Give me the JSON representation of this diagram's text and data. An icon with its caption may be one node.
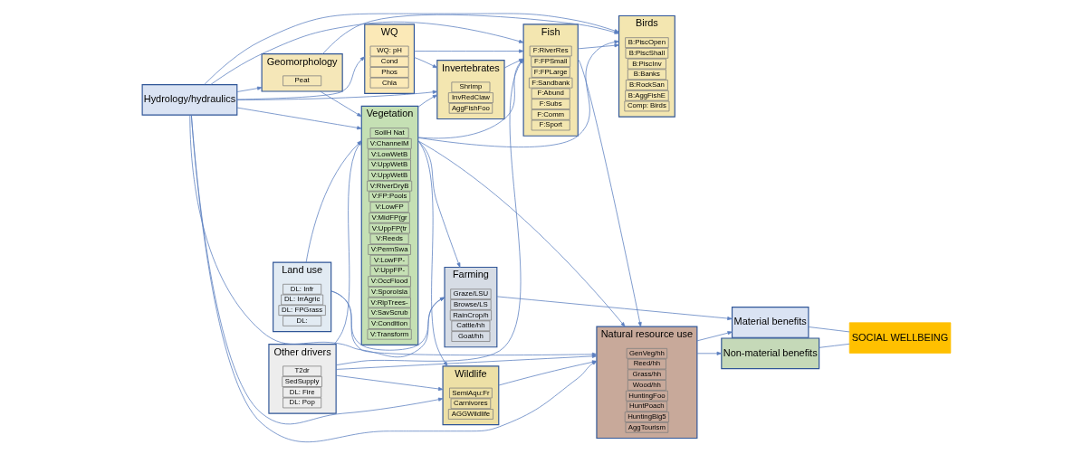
{
  "diagram": {
    "nodes": [
      {
        "text": [
          "Hydrology/hydraulics"
        ]
      },
      {
        "text": [
          "Other drivers"
        ]
      },
      {
        "text": [
          "T2dr"
        ],
        "in": 1
      },
      {
        "text": [
          "SedSupply"
        ],
        "in": 1
      },
      {
        "text": [
          "DL: Fire"
        ],
        "in": 1
      },
      {
        "text": [
          "DL: Pop"
        ],
        "in": 1
      },
      {
        "text": [
          "Land use"
        ]
      },
      {
        "text": [
          "DL: Infr"
        ],
        "in": 6
      },
      {
        "text": [
          "DL: IrrAgric"
        ],
        "in": 6
      },
      {
        "text": [
          "DL: FPGrass"
        ],
        "in": 6
      },
      {
        "text": [
          "DL:"
        ],
        "in": 6
      },
      {
        "text": [
          "Geomorphology"
        ]
      },
      {
        "text": [
          "Peat"
        ],
        "in": 11
      },
      {
        "text": [
          "WQ"
        ]
      },
      {
        "text": [
          "WQ: pH"
        ],
        "in": 13
      },
      {
        "text": [
          "Cond"
        ],
        "in": 13
      },
      {
        "text": [
          "Phos"
        ],
        "in": 13
      },
      {
        "text": [
          "Chla"
        ],
        "in": 13
      },
      {
        "text": [
          "Vegetation"
        ]
      },
      {
        "text": [
          "SoilH Nat"
        ],
        "in": 18
      },
      {
        "text": [
          "V:ChannelM"
        ],
        "in": 18
      },
      {
        "text": [
          "V:LowWetB"
        ],
        "in": 18
      },
      {
        "text": [
          "V:UppWetB"
        ],
        "in": 18
      },
      {
        "text": [
          "V:UppWetB"
        ],
        "in": 18
      },
      {
        "text": [
          "V:RiverDryB"
        ],
        "in": 18
      },
      {
        "text": [
          "V:FP:Pools"
        ],
        "in": 18
      },
      {
        "text": [
          "V:LowFP"
        ],
        "in": 18
      },
      {
        "text": [
          "V:MidFP(gr"
        ],
        "in": 18
      },
      {
        "text": [
          "V:UppFP(tr"
        ],
        "in": 18
      },
      {
        "text": [
          "V:Reeds"
        ],
        "in": 18
      },
      {
        "text": [
          "V:PermSwa"
        ],
        "in": 18
      },
      {
        "text": [
          "V:LowFP-"
        ],
        "in": 18
      },
      {
        "text": [
          "V:UppFP-"
        ],
        "in": 18
      },
      {
        "text": [
          "V:OccFlood"
        ],
        "in": 18
      },
      {
        "text": [
          "V:SporoIsla"
        ],
        "in": 18
      },
      {
        "text": [
          "V:RipTrees-"
        ],
        "in": 18
      },
      {
        "text": [
          "V:SavScrub"
        ],
        "in": 18
      },
      {
        "text": [
          "V:Condition"
        ],
        "in": 18
      },
      {
        "text": [
          "V:Transform"
        ],
        "in": 18
      },
      {
        "text": [
          "Invertebrates"
        ]
      },
      {
        "text": [
          "Shrimp"
        ],
        "in": 39
      },
      {
        "text": [
          "InvRedClaw"
        ],
        "in": 39
      },
      {
        "text": [
          "AggFishFoo"
        ],
        "in": 39
      },
      {
        "text": [
          "Fish"
        ]
      },
      {
        "text": [
          "F:RiverRes"
        ],
        "in": 43
      },
      {
        "text": [
          "F:FPSmall"
        ],
        "in": 43
      },
      {
        "text": [
          "F:FPLarge"
        ],
        "in": 43
      },
      {
        "text": [
          "F:Sandbank"
        ],
        "in": 43
      },
      {
        "text": [
          "F:Abund"
        ],
        "in": 43
      },
      {
        "text": [
          "F:Subs"
        ],
        "in": 43
      },
      {
        "text": [
          "F:Comm"
        ],
        "in": 43
      },
      {
        "text": [
          "F:Sport"
        ],
        "in": 43
      },
      {
        "text": [
          "Birds"
        ]
      },
      {
        "text": [
          "B:PiscOpen"
        ],
        "in": 52
      },
      {
        "text": [
          "B:PiscShall"
        ],
        "in": 52
      },
      {
        "text": [
          "B:PiscInv"
        ],
        "in": 52
      },
      {
        "text": [
          "B:Banks"
        ],
        "in": 52
      },
      {
        "text": [
          "B:RockSan"
        ],
        "in": 52
      },
      {
        "text": [
          "B:AggFishE"
        ],
        "in": 52
      },
      {
        "text": [
          "Comp: Birds"
        ],
        "in": 52
      },
      {
        "text": [
          "Wildlife"
        ]
      },
      {
        "text": [
          "SemiAqu:Fr"
        ],
        "in": 60
      },
      {
        "text": [
          "Carnivores"
        ],
        "in": 60
      },
      {
        "text": [
          "AGGWildlife"
        ],
        "in": 60
      },
      {
        "text": [
          "Farming"
        ]
      },
      {
        "text": [
          "Graze/LSU"
        ],
        "in": 64
      },
      {
        "text": [
          "Browse/LS"
        ],
        "in": 64
      },
      {
        "text": [
          "RainCrop/h"
        ],
        "in": 64
      },
      {
        "text": [
          "Cattle/hh"
        ],
        "in": 64
      },
      {
        "text": [
          "Goat/hh"
        ],
        "in": 64
      },
      {
        "text": [
          "Natural resource use"
        ]
      },
      {
        "text": [
          "GenVeg/hh"
        ],
        "in": 70
      },
      {
        "text": [
          "Reed/hh"
        ],
        "in": 70
      },
      {
        "text": [
          "Grass/hh"
        ],
        "in": 70
      },
      {
        "text": [
          "Wood/hh"
        ],
        "in": 70
      },
      {
        "text": [
          "HuntingFoo"
        ],
        "in": 70
      },
      {
        "text": [
          "HuntPoach"
        ],
        "in": 70
      },
      {
        "text": [
          "HuntingBig5"
        ],
        "in": 70
      },
      {
        "text": [
          "AggTourism"
        ],
        "in": 70
      },
      {
        "text": [
          "Material benefits"
        ]
      },
      {
        "text": [
          "Non-material benefits"
        ]
      },
      {
        "text": [
          "SOCIAL WELLBEING"
        ]
      }
    ],
    "edges": [
      {
        "from": 0,
        "to": 11,
        "arrow": "to"
      },
      {
        "from": 0,
        "to": 13,
        "arrow": "to"
      },
      {
        "from": 0,
        "to": 18,
        "arrow": "to"
      },
      {
        "from": 0,
        "to": 39,
        "arrow": "to"
      },
      {
        "from": 0,
        "to": 43,
        "arrow": "to"
      },
      {
        "from": 0,
        "to": 52,
        "arrow": "to"
      },
      {
        "from": 0,
        "to": 60,
        "arrow": "to"
      },
      {
        "from": 0,
        "to": 64,
        "arrow": "to"
      },
      {
        "from": 0,
        "to": 70,
        "arrow": "to"
      },
      {
        "from": 1,
        "to": 18,
        "arrow": "to"
      },
      {
        "from": 1,
        "to": 43,
        "arrow": "to"
      },
      {
        "from": 1,
        "to": 60,
        "arrow": "to"
      },
      {
        "from": 1,
        "to": 70,
        "arrow": "to"
      },
      {
        "from": 6,
        "to": 18,
        "arrow": "to"
      },
      {
        "from": 6,
        "to": 64,
        "arrow": "to"
      },
      {
        "from": 6,
        "to": 70,
        "arrow": "to"
      },
      {
        "from": 11,
        "to": 18,
        "arrow": "to"
      },
      {
        "from": 11,
        "to": 52,
        "arrow": "to"
      },
      {
        "from": 13,
        "to": 39,
        "arrow": "to"
      },
      {
        "from": 13,
        "to": 43,
        "arrow": "to"
      },
      {
        "from": 18,
        "to": 39,
        "arrow": "to"
      },
      {
        "from": 18,
        "to": 43,
        "arrow": "to"
      },
      {
        "from": 18,
        "to": 52,
        "arrow": "to"
      },
      {
        "from": 18,
        "to": 60,
        "arrow": "to"
      },
      {
        "from": 18,
        "to": 64,
        "arrow": "to"
      },
      {
        "from": 18,
        "to": 70,
        "arrow": "to"
      },
      {
        "from": 39,
        "to": 43,
        "arrow": "to"
      },
      {
        "from": 43,
        "to": 52,
        "arrow": "to"
      },
      {
        "from": 43,
        "to": 70,
        "arrow": "to"
      },
      {
        "from": 60,
        "to": 70,
        "arrow": "to"
      },
      {
        "from": 64,
        "to": 79,
        "arrow": "to"
      },
      {
        "from": 70,
        "to": 79,
        "arrow": "to"
      },
      {
        "from": 70,
        "to": 80,
        "arrow": "to"
      },
      {
        "from": 79,
        "to": 81,
        "arrow": "none"
      },
      {
        "from": 80,
        "to": 81,
        "arrow": "none"
      }
    ]
  }
}
